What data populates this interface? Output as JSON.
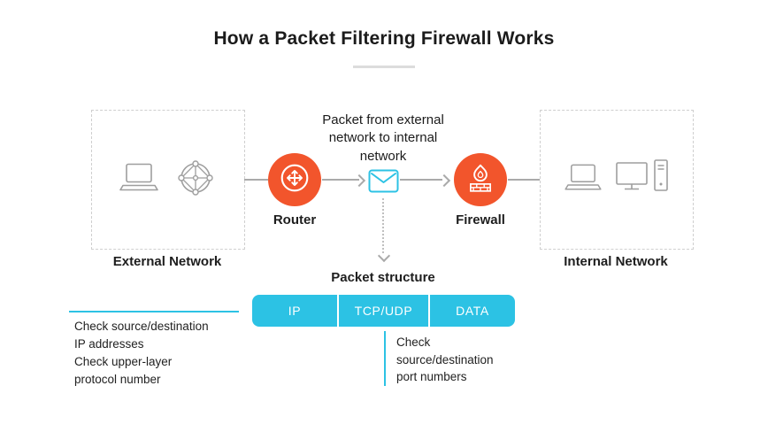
{
  "title": "How a Packet Filtering Firewall Works",
  "flow": {
    "packet_caption": "Packet from external\nnetwork to internal\nnetwork",
    "external_label": "External Network",
    "internal_label": "Internal Network",
    "router_label": "Router",
    "firewall_label": "Firewall"
  },
  "packet_structure": {
    "label": "Packet structure",
    "segments": [
      "IP",
      "TCP/UDP",
      "DATA"
    ]
  },
  "annotations": {
    "ip_check": "Check source/destination\nIP addresses",
    "protocol_check": "Check upper-layer\nprotocol number",
    "port_check": "Check\nsource/destination\nport numbers"
  },
  "colors": {
    "accent_orange": "#F2552C",
    "accent_cyan": "#2CC2E4",
    "line_gray": "#AAAAAA",
    "text_dark": "#1E1E1E"
  }
}
